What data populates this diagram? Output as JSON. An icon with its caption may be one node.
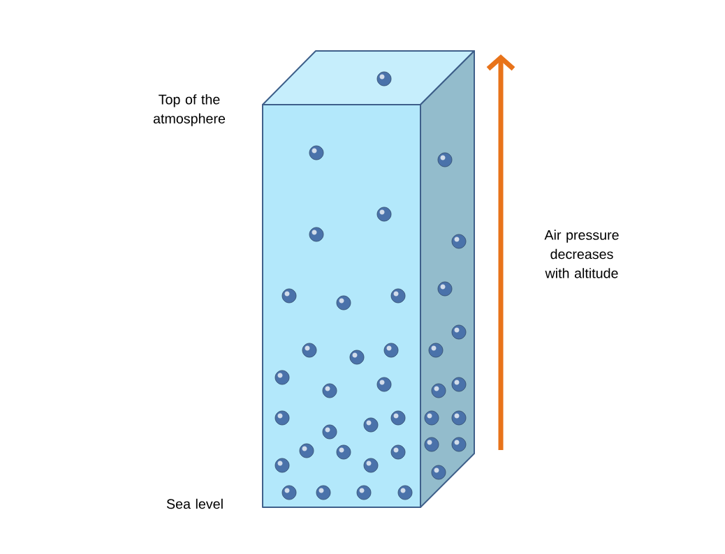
{
  "diagram": {
    "labels": [
      "Top of the atmosphere",
      "Sea level",
      "Air pressure decreases with altitude"
    ]
  }
}
